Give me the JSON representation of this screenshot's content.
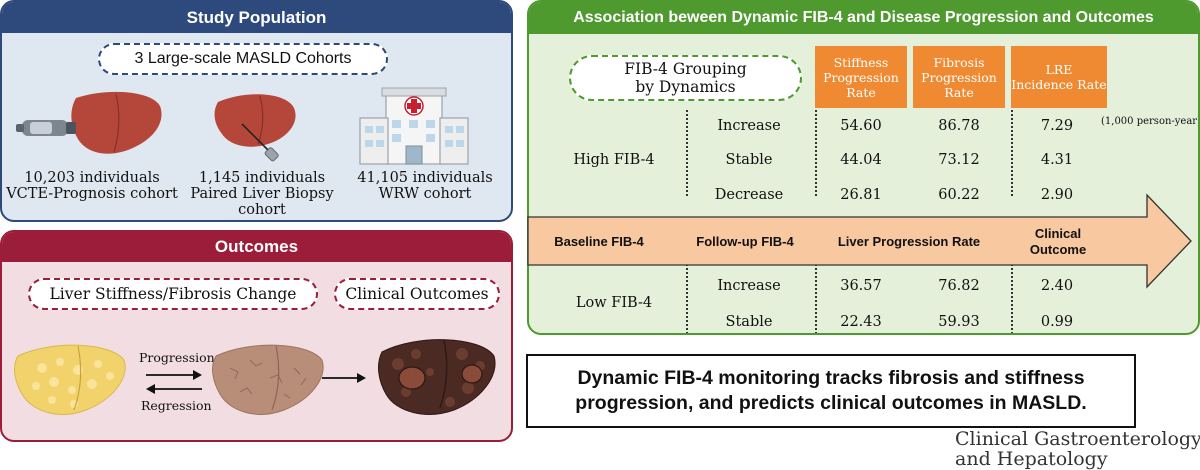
{
  "study_population": {
    "title": "Study Population",
    "cohorts_label": "3 Large-scale MASLD Cohorts",
    "cohorts": [
      {
        "count": "10,203 individuals",
        "name": "VCTE-Prognosis cohort"
      },
      {
        "count": "1,145 individuals",
        "name": "Paired Liver Biopsy cohort"
      },
      {
        "count": "41,105 individuals",
        "name": "WRW cohort"
      }
    ]
  },
  "outcomes": {
    "title": "Outcomes",
    "pill_change": "Liver Stiffness/Fibrosis Change",
    "pill_clinical": "Clinical Outcomes",
    "progression": "Progression",
    "regression": "Regression"
  },
  "association": {
    "title": "Association beween Dynamic FIB-4 and Disease Progression and Outcomes",
    "grouping_line1": "FIB-4 Grouping",
    "grouping_line2": "by Dynamics",
    "col_headers": [
      {
        "line1": "Stiffness",
        "line2": "Progression",
        "line3": "Rate"
      },
      {
        "line1": "Fibrosis",
        "line2": "Progression",
        "line3": "Rate"
      },
      {
        "line1": "LRE",
        "line2": "Incidence Rate",
        "line3": ""
      }
    ],
    "unit_note": "(1,000 person-year)",
    "high_label": "High FIB-4",
    "low_label": "Low FIB-4",
    "high_rows": [
      {
        "change": "Increase",
        "stiffness": "54.60",
        "fibrosis": "86.78",
        "lre": "7.29"
      },
      {
        "change": "Stable",
        "stiffness": "44.04",
        "fibrosis": "73.12",
        "lre": "4.31"
      },
      {
        "change": "Decrease",
        "stiffness": "26.81",
        "fibrosis": "60.22",
        "lre": "2.90"
      }
    ],
    "low_rows": [
      {
        "change": "Increase",
        "stiffness": "36.57",
        "fibrosis": "76.82",
        "lre": "2.40"
      },
      {
        "change": "Stable",
        "stiffness": "22.43",
        "fibrosis": "59.93",
        "lre": "0.99"
      }
    ],
    "banner": {
      "baseline": "Baseline FIB-4",
      "followup": "Follow-up FIB-4",
      "progression_rate": "Liver Progression Rate",
      "clinical_line1": "Clinical",
      "clinical_line2": "Outcome"
    }
  },
  "conclusion": {
    "line1": "Dynamic FIB-4 monitoring tracks fibrosis and stiffness",
    "line2": "progression, and predicts clinical outcomes in MASLD."
  },
  "journal": {
    "line1": "Clinical Gastroenterology",
    "line2": "and Hepatology"
  },
  "colors": {
    "study_blue": "#2e4a7c",
    "outcomes_red": "#9b1d3a",
    "association_green": "#4e9a2f",
    "header_orange": "#ef8a32",
    "banner_peach": "#f8c8a0",
    "liver_red": "#b5473a"
  }
}
